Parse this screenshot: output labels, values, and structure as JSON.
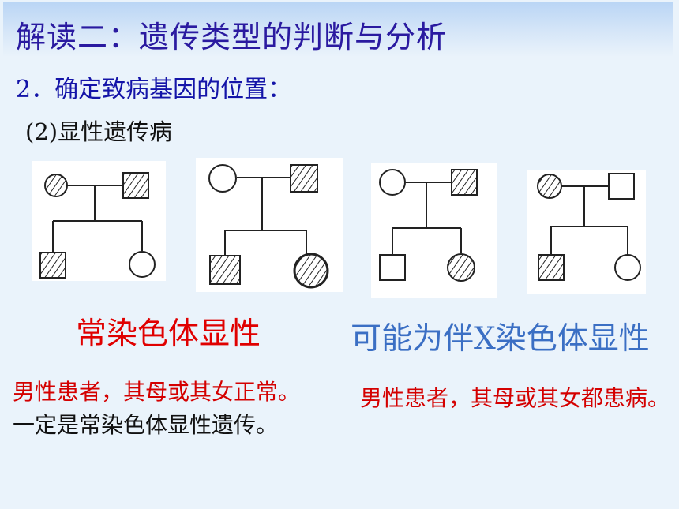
{
  "title": "解读二：遗传类型的判断与分析",
  "subtitle": "2．确定致病基因的位置：",
  "section": "(2)显性遗传病",
  "labels": {
    "autosomal": "常染色体显性",
    "x_linked": "可能为伴X染色体显性"
  },
  "notes": {
    "left_red": "男性患者，其母或其女正常。",
    "left_black": "一定是常染色体显性遗传。",
    "right": "男性患者，其母或其女都患病。"
  },
  "pedigrees": [
    {
      "father": "affected-male",
      "mother": "affected-female",
      "son": "affected-male",
      "daughter": "normal-female"
    },
    {
      "father": "affected-male",
      "mother": "normal-female",
      "son": "affected-male",
      "daughter": "affected-female"
    },
    {
      "father": "affected-male",
      "mother": "normal-female",
      "son": "normal-male",
      "daughter": "affected-female"
    },
    {
      "father": "normal-male",
      "mother": "affected-female",
      "son": "affected-male",
      "daughter": "normal-female"
    }
  ]
}
